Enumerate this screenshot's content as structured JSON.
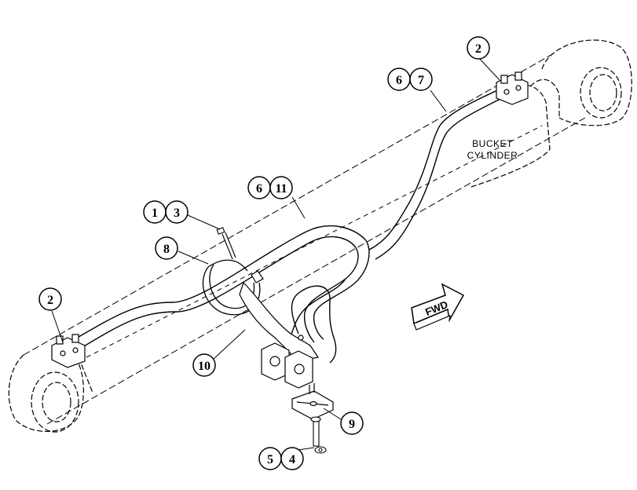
{
  "component_label": [
    "BUCKET",
    "CYLINDER"
  ],
  "direction_label": "FWD",
  "callouts": {
    "c2_right": "2",
    "c6_top": "6",
    "c7": "7",
    "c6_mid": "6",
    "c11": "11",
    "c1": "1",
    "c3": "3",
    "c8": "8",
    "c2_left": "2",
    "c10": "10",
    "c9": "9",
    "c5": "5",
    "c4": "4"
  }
}
